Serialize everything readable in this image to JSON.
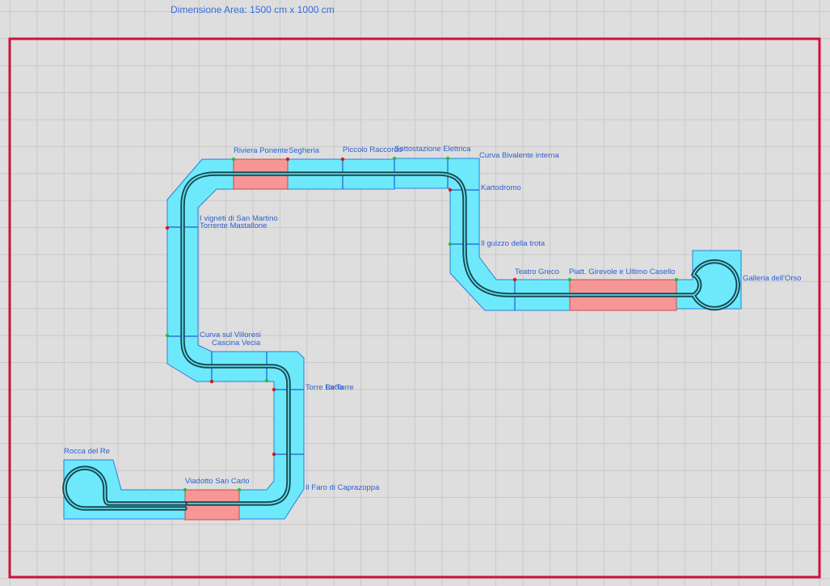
{
  "area": {
    "caption": "Dimensione Area: 1500 cm x 1000 cm",
    "border_color": "#d0103a"
  },
  "colors": {
    "track_fill": "#6ee9fb",
    "highlight_fill": "#f79696",
    "label": "#2d5fd0",
    "connector_green": "#22c03a",
    "connector_red": "#d01a1a"
  },
  "labels": {
    "riviera_ponente": "Riviera Ponente",
    "segheria": "Segheria",
    "piccolo_raccordo": "Piccolo Raccordo",
    "sottostazione_elettrica": "Sottostazione Elettrica",
    "curva_bivalente_interna": "Curva Bivalente interna",
    "kartodromo": "Kartodromo",
    "il_guizzo_della_trota": "Il guizzo della trota",
    "teatro_greco": "Teatro Greco",
    "piatt_girevole": "Piatt. Girevole e Ultimo Casello",
    "galleria_dell_orso": "Galleria dell'Orso",
    "i_vigneti": "I vigneti di San Martino",
    "torrente_mastallone": "Torrente Mastallone",
    "curva_sul_villoresi": "Curva sul Villoresi",
    "cascina_vecia": "Cascina Vecia",
    "torre_label_a": "Torre Rotta",
    "torre_label_b": "La Torre",
    "il_faro": "Il Faro di Caprazoppa",
    "rocca_del_re": "Rocca del Re",
    "viadotto_san_carlo": "Viadotto San Carlo"
  }
}
